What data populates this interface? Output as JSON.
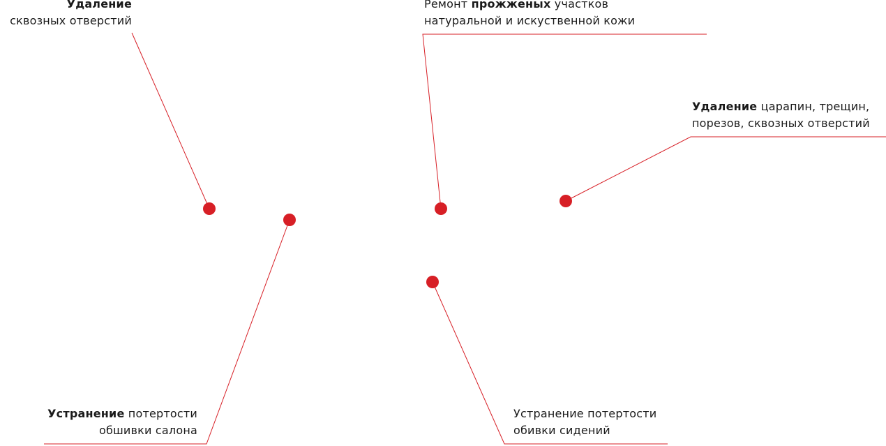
{
  "accent_color": "#d71f26",
  "callouts": {
    "holes": {
      "line1_bold": "Удаление",
      "line2": "сквозных отверстий"
    },
    "burns": {
      "line1_pre": "Ремонт ",
      "line1_bold": "прожженых",
      "line1_post": " участков",
      "line2": "натуральной и искуственной кожи"
    },
    "scratches": {
      "line1_bold": "Удаление",
      "line1_post": " царапин, трещин,",
      "line2": "порезов, сквозных отверстий"
    },
    "upholstery": {
      "line1_bold": "Устранение",
      "line1_post": " потертости",
      "line2": "обшивки салона"
    },
    "seats": {
      "line1": "Устранение потертости",
      "line2": "обивки сидений"
    }
  }
}
